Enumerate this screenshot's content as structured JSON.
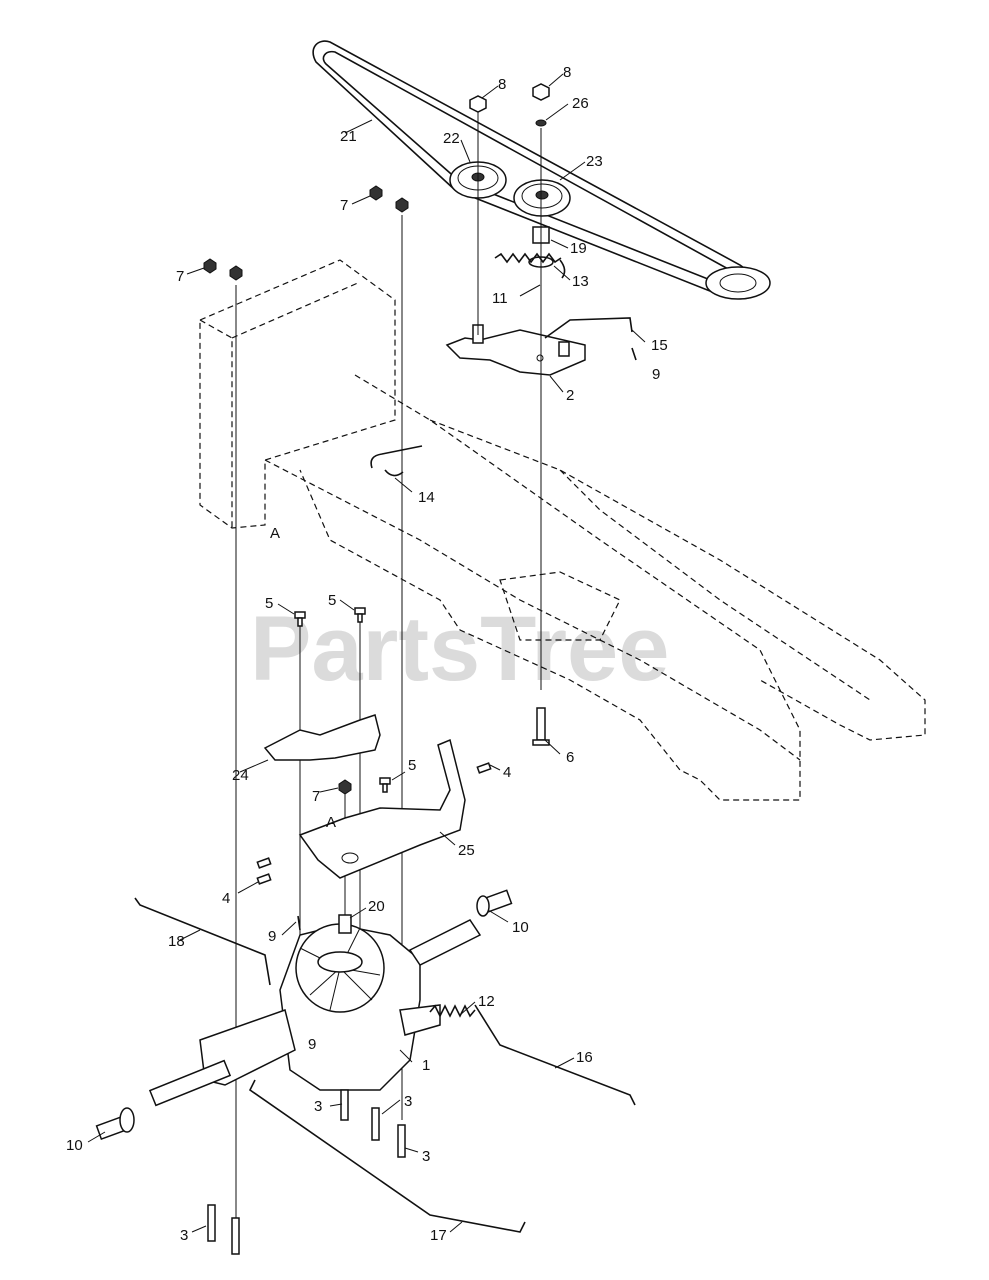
{
  "watermark": "PartsTree",
  "labels": {
    "l1": "1",
    "l2": "2",
    "l3a": "3",
    "l3b": "3",
    "l3c": "3",
    "l3d": "3",
    "l4a": "4",
    "l4b": "4",
    "l5a": "5",
    "l5b": "5",
    "l5c": "5",
    "l6": "6",
    "l7a": "7",
    "l7b": "7",
    "l7c": "7",
    "l8a": "8",
    "l8b": "8",
    "l9a": "9",
    "l9b": "9",
    "l9c": "9",
    "l10a": "10",
    "l10b": "10",
    "l11": "11",
    "l12": "12",
    "l13": "13",
    "l14": "14",
    "l15": "15",
    "l16": "16",
    "l17": "17",
    "l18": "18",
    "l19": "19",
    "l20": "20",
    "l21": "21",
    "l22": "22",
    "l23": "23",
    "l24": "24",
    "l25": "25",
    "l26": "26",
    "refA1": "A",
    "refA2": "A"
  }
}
